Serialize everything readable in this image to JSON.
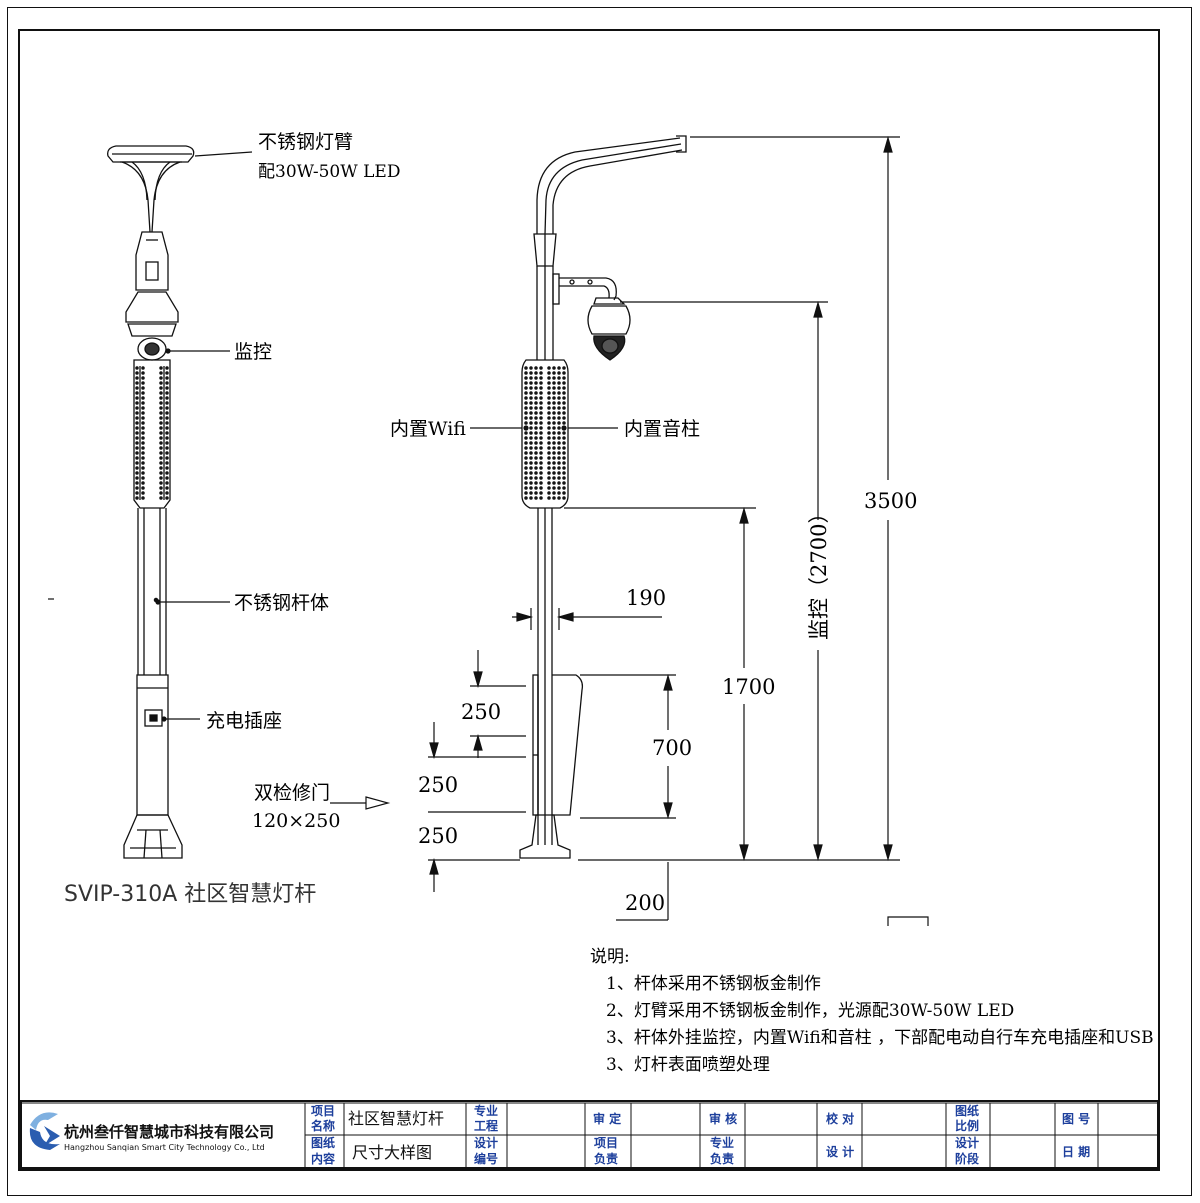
{
  "left_view": {
    "labels": {
      "arm": "不锈钢灯臂",
      "arm_light": "配30W-50W LED",
      "camera": "监控",
      "pole_body": "不锈钢杆体",
      "socket": "充电插座",
      "door": "双检修门",
      "door_size": "120×250"
    },
    "model_title": "SVIP-310A 社区智慧灯杆"
  },
  "right_view": {
    "labels": {
      "wifi": "内置Wifi",
      "speaker": "内置音柱"
    },
    "dimensions": {
      "total_height": "3500",
      "camera_height": "监控（2700）",
      "speaker_base_height": "1700",
      "width": "190",
      "door_total": "700",
      "door_top_gap": "250",
      "door_height_1": "250",
      "door_height_2": "250",
      "base_width": "200"
    }
  },
  "notes": {
    "heading": "说明:",
    "items": [
      "1、杆体采用不锈钢板金制作",
      "2、灯臂采用不锈钢板金制作，光源配30W-50W LED",
      "3、杆体外挂监控，内置Wifi和音柱 ，下部配电动自行车充电插座和USB",
      "3、灯杆表面喷塑处理"
    ]
  },
  "title_block": {
    "company_name": "杭州叁仟智慧城市科技有限公司",
    "company_name_en": "Hangzhou Sanqian Smart City Technology Co., Ltd",
    "project_name_label_1": "项目",
    "project_name_label_2": "名称",
    "project_name_value": "社区智慧灯杆",
    "drawing_content_label_1": "图纸",
    "drawing_content_label_2": "内容",
    "drawing_content_value": "尺寸大样图",
    "discipline_label_1": "专业",
    "discipline_label_2": "工程",
    "design_no_label_1": "设计",
    "design_no_label_2": "编号",
    "approve_label": "审 定",
    "project_lead_label_1": "项目",
    "project_lead_label_2": "负责",
    "review_label": "审 核",
    "discipline_lead_label_1": "专业",
    "discipline_lead_label_2": "负责",
    "check_label": "校 对",
    "design_label": "设 计",
    "scale_label_1": "图纸",
    "scale_label_2": "比例",
    "stage_label_1": "设计",
    "stage_label_2": "阶段",
    "drawing_no_label": "图 号",
    "date_label": "日 期"
  },
  "colors": {
    "line": "#111111",
    "title_block_label": "#1d3f9c",
    "logo_blue": "#2a5db0",
    "logo_light": "#7fb0e0"
  }
}
